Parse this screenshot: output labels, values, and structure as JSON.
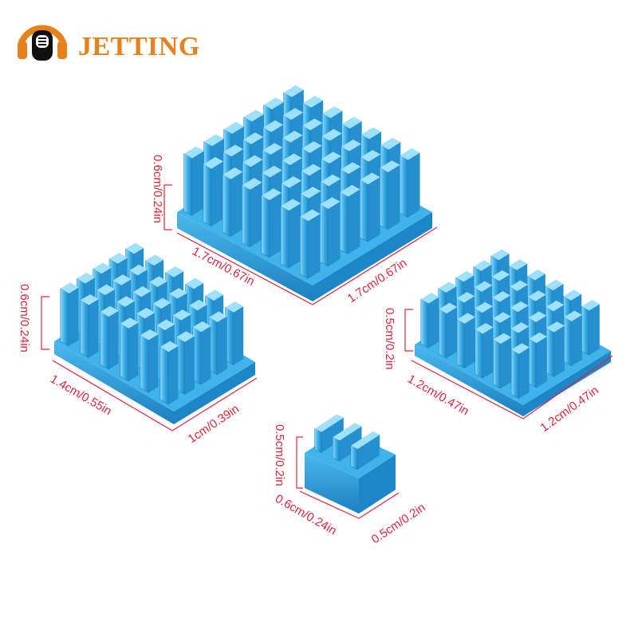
{
  "brand": {
    "name": "JETTING",
    "color": "#e8811c",
    "logo_icon": "headphones-mic-icon"
  },
  "colors": {
    "heatsink_face": "#3aaee6",
    "heatsink_light": "#7fd0f5",
    "heatsink_dark": "#1f8ccc",
    "dimension": "#e0243a"
  },
  "heatsinks": {
    "large": {
      "height": "0.6cm/0.24in",
      "width": "1.7cm/0.67in",
      "depth": "1.7cm/0.67in"
    },
    "medium": {
      "height": "0.6cm/0.24in",
      "width": "1.4cm/0.55in",
      "depth": "1cm/0.39in"
    },
    "right": {
      "height": "0.5cm/0.2in",
      "width": "1.2cm/0.47in",
      "depth": "1.2cm/0.47in"
    },
    "small": {
      "height": "0.5cm/0.2in",
      "width": "0.6cm/0.24in",
      "depth": "0.5cm/0.2in"
    }
  }
}
